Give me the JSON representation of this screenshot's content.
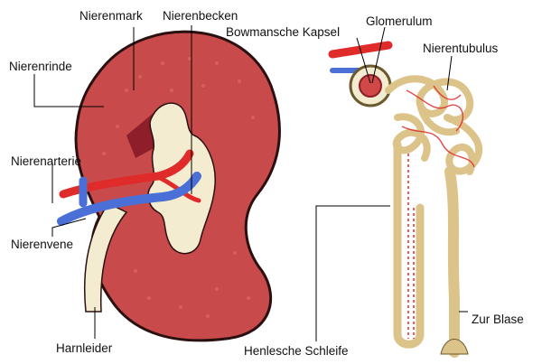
{
  "labels": {
    "nierenmark": "Nierenmark",
    "nierenbecken": "Nierenbecken",
    "nierenrinde": "Nierenrinde",
    "nierenarterie": "Nierenarterie",
    "nierenvene": "Nierenvene",
    "harnleider": "Harnleider",
    "bowmansche_kapsel": "Bowmansche Kapsel",
    "glomerulum": "Glomerulum",
    "nierentubulus": "Nierentubulus",
    "henlesche_schleife": "Henlesche Schleife",
    "zur_blase": "Zur Blase"
  },
  "colors": {
    "kidney_fill": "#c84a4a",
    "kidney_outline": "#2a1010",
    "medulla_dark": "#8e1e2a",
    "pelvis_cream": "#f4ecd0",
    "artery_red": "#e02b2b",
    "vein_blue": "#4a6fd6",
    "tubule_tan": "#dcc38a",
    "tubule_outline": "#6b5a2e"
  }
}
